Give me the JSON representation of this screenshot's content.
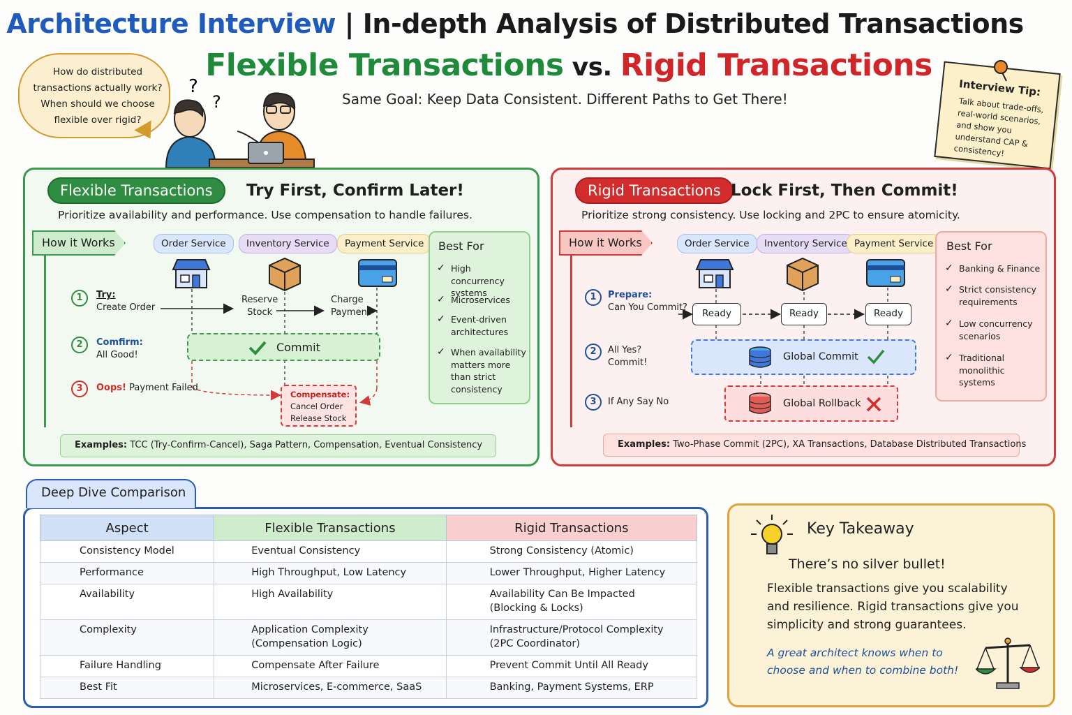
{
  "header": {
    "title_left": "Architecture Interview",
    "title_sep": " | ",
    "title_right": "In-depth Analysis of Distributed Transactions",
    "flex_title": "Flexible Transactions",
    "vs": " vs. ",
    "rigid_title": "Rigid Transactions",
    "tagline": "Same Goal: Keep Data Consistent. Different Paths to Get There!"
  },
  "bubble": {
    "line1": "How do distributed",
    "line2": "transactions actually work?",
    "line3": "When should we choose",
    "line4": "flexible over rigid?",
    "question_marks": "? ?"
  },
  "tip": {
    "title": "Interview Tip:",
    "body": "Talk about trade-offs, real-world scenarios, and show you understand CAP & consistency!"
  },
  "flexible": {
    "pill": "Flexible Transactions",
    "slogan": "Try First, Confirm Later!",
    "subtitle": "Prioritize availability and performance. Use compensation to handle failures.",
    "how": "How it Works",
    "services": [
      "Order Service",
      "Inventory Service",
      "Payment Service"
    ],
    "steps": [
      {
        "num": "1",
        "title": "Try:",
        "desc": "Create Order"
      },
      {
        "num": "2",
        "title": "Comfirm:",
        "desc": "All Good!"
      },
      {
        "num": "3",
        "title": "Oops!",
        "desc": " Payment Failed"
      }
    ],
    "reserve": [
      "Reserve",
      "Stock"
    ],
    "charge": [
      "Charge",
      "Payment"
    ],
    "commit": "Commit",
    "compensate_title": "Compensate:",
    "compensate_lines": [
      "Cancel Order",
      "Release Stock"
    ],
    "best_title": "Best For",
    "best_items": [
      "High concurrency systems",
      "Microservices",
      "Event-driven architectures",
      "When availability matters more than strict consistency"
    ],
    "examples_label": "Examples:",
    "examples_text": " TCC (Try-Confirm-Cancel), Saga Pattern, Compensation, Eventual Consistency"
  },
  "rigid": {
    "pill": "Rigid Transactions",
    "slogan": "Lock First, Then Commit!",
    "subtitle": "Prioritize strong consistency. Use locking and 2PC to ensure atomicity.",
    "how": "How it Works",
    "services": [
      "Order Service",
      "Inventory Service",
      "Payment Service"
    ],
    "steps": [
      {
        "num": "1",
        "title": "Prepare:",
        "desc": "Can You Commit?"
      },
      {
        "num": "2",
        "title": "All Yes?",
        "desc": "Commit!"
      },
      {
        "num": "3",
        "title": "If Any Say No",
        "desc": ""
      }
    ],
    "ready": "Ready",
    "global_commit": "Global Commit",
    "global_rollback": "Global Rollback",
    "best_title": "Best For",
    "best_items": [
      "Banking & Finance",
      "Strict consistency requirements",
      "Low concurrency scenarios",
      "Traditional monolithic systems"
    ],
    "examples_label": "Examples:",
    "examples_text": " Two-Phase Commit (2PC), XA Transactions, Database Distributed Transactions"
  },
  "comparison": {
    "tab": "Deep Dive Comparison",
    "headers": [
      "Aspect",
      "Flexible Transactions",
      "Rigid Transactions"
    ],
    "rows": [
      [
        "Consistency Model",
        "Eventual Consistency",
        "Strong Consistency (Atomic)"
      ],
      [
        "Performance",
        "High Throughput, Low Latency",
        "Lower Throughput, Higher Latency"
      ],
      [
        "Availability",
        "High Availability",
        "Availability Can Be Impacted (Blocking & Locks)"
      ],
      [
        "Complexity",
        "Application Complexity (Compensation Logic)",
        "Infrastructure/Protocol Complexity (2PC Coordinator)"
      ],
      [
        "Failure Handling",
        "Compensate After Failure",
        "Prevent Commit Until All Ready"
      ],
      [
        "Best Fit",
        "Microservices, E-commerce, SaaS",
        "Banking, Payment Systems, ERP"
      ]
    ]
  },
  "takeaway": {
    "title": "Key Takeaway",
    "subtitle": "There’s no silver bullet!",
    "body": "Flexible transactions give you scalability and resilience. Rigid transactions give you simplicity and strong guarantees.",
    "quote": "A great architect knows when to choose and when to combine both!"
  },
  "colors": {
    "flexible": "#2f8d42",
    "rigid": "#d22c2c",
    "title_blue": "#1e5bbd",
    "accent_orange": "#e0a33a"
  }
}
